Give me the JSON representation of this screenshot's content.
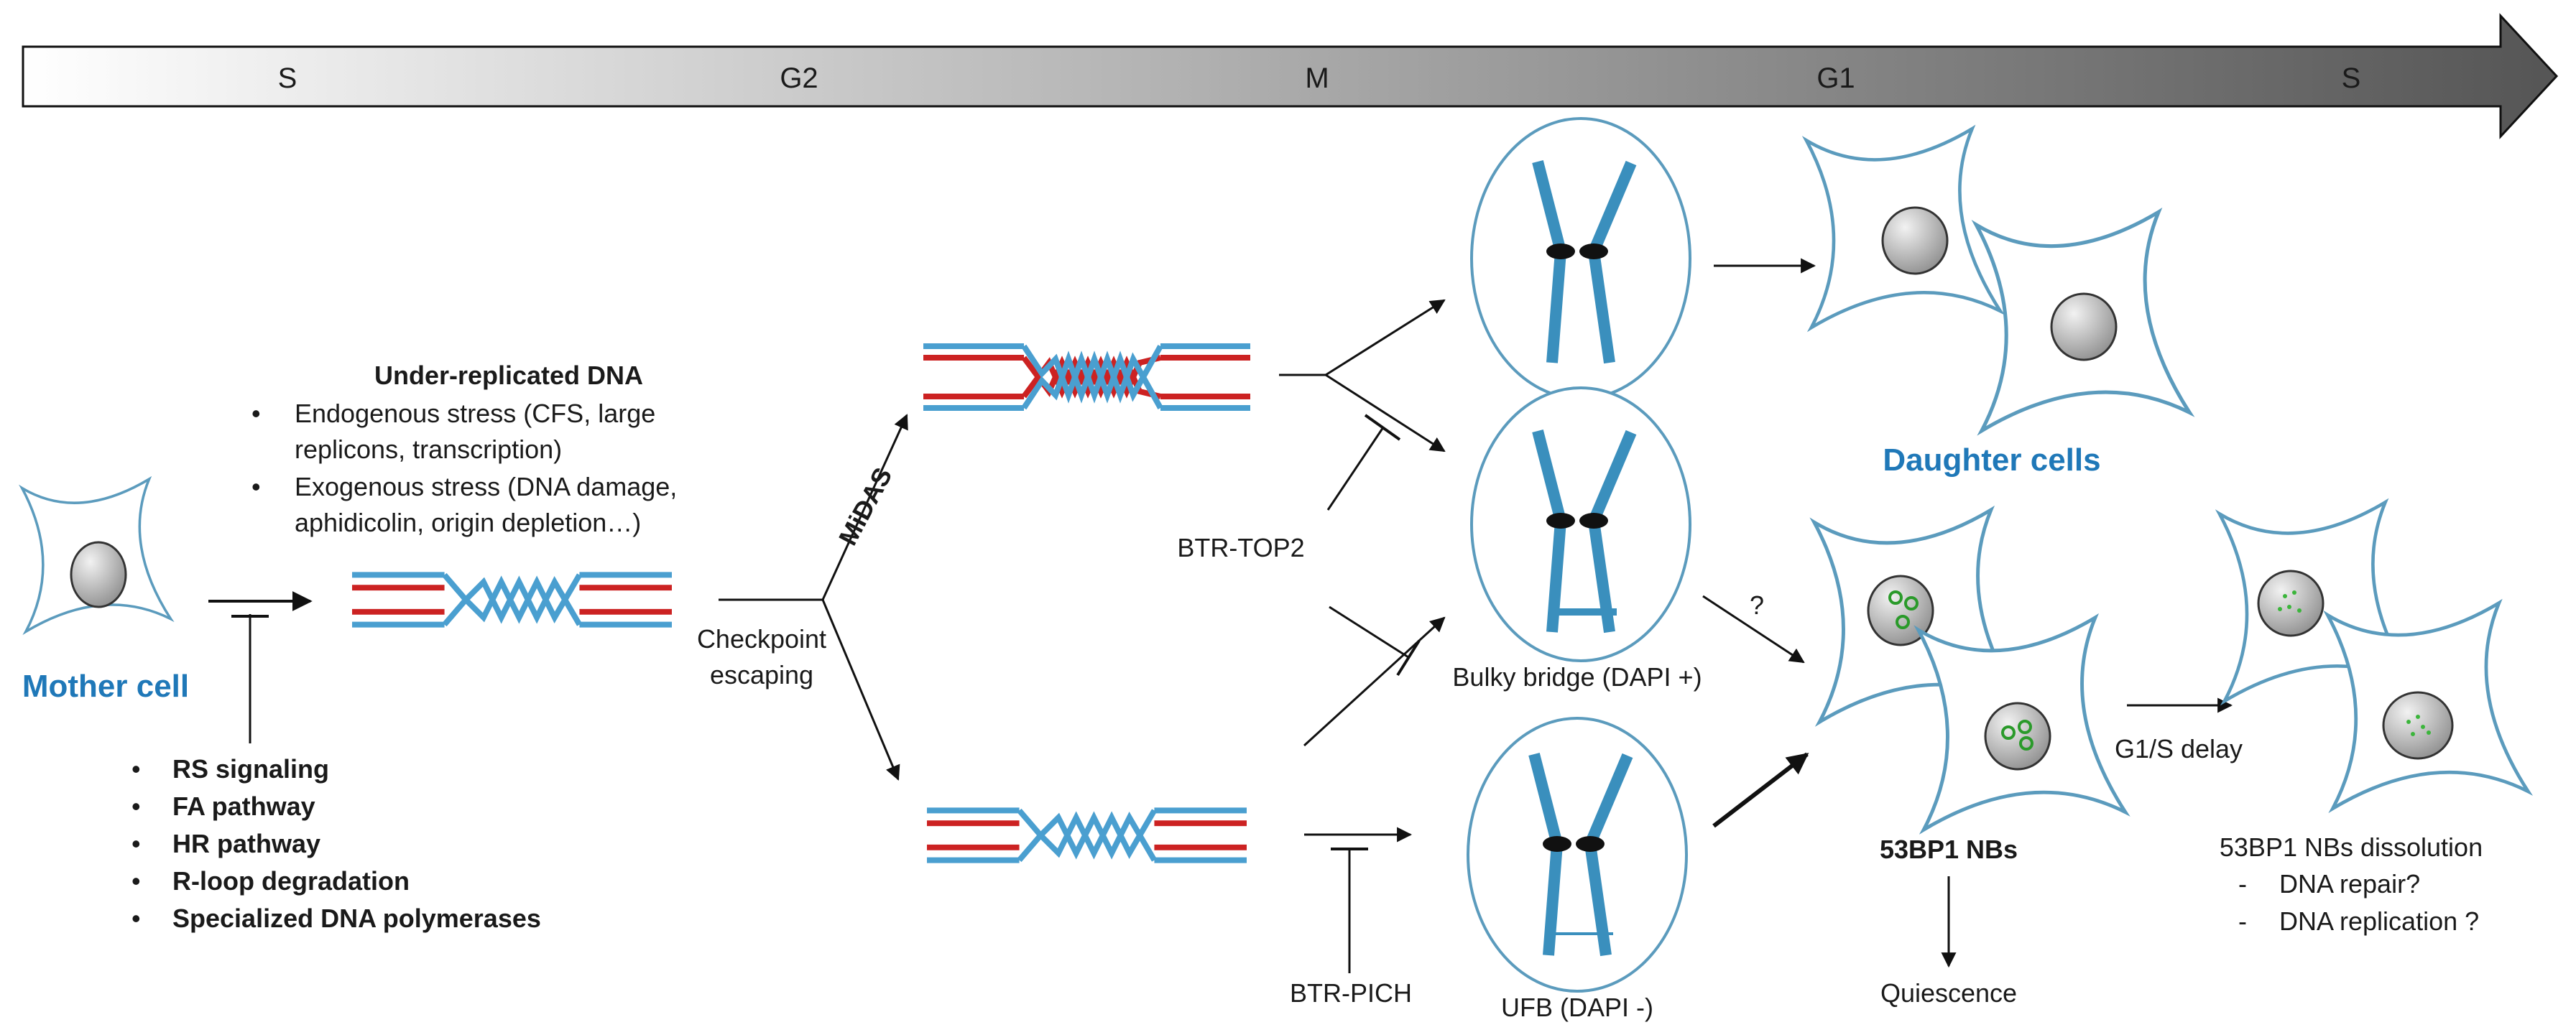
{
  "timeline": {
    "phases": [
      "S",
      "G2",
      "M",
      "G1",
      "S"
    ]
  },
  "mother_cell": {
    "label": "Mother cell"
  },
  "inhibitors": {
    "items": [
      "RS signaling",
      "FA pathway",
      "HR pathway",
      "R-loop degradation",
      "Specialized DNA polymerases"
    ]
  },
  "under_replicated": {
    "title": "Under-replicated DNA",
    "bullet1_line1": "Endogenous stress (CFS, large",
    "bullet1_line2": "replicons, transcription)",
    "bullet2_line1": "Exogenous stress (DNA damage,",
    "bullet2_line2": "aphidicolin, origin depletion…)"
  },
  "branch": {
    "midas": "MiDAS",
    "checkpoint_line1": "Checkpoint",
    "checkpoint_line2": "escaping"
  },
  "resolvers": {
    "btr_top2": "BTR-TOP2",
    "btr_pich": "BTR-PICH"
  },
  "bridges": {
    "bulky": "Bulky bridge (DAPI +)",
    "ufb": "UFB (DAPI -)",
    "question": "?"
  },
  "daughter": {
    "label": "Daughter cells"
  },
  "nbs": {
    "label": "53BP1 NBs",
    "quiescence": "Quiescence",
    "g1s_delay": "G1/S delay",
    "dissolution_title": "53BP1 NBs dissolution",
    "dash": "-",
    "option1": "DNA repair?",
    "option2": "DNA replication ?"
  },
  "colors": {
    "dna_blue": "#4a9fd0",
    "dna_red": "#cc2222",
    "cell_outline": "#5b9bbd",
    "label_blue": "#1f78b8"
  }
}
